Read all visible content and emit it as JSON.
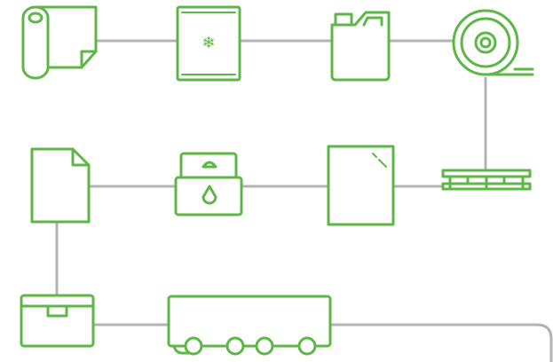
{
  "colors": {
    "accent": "#5cb746",
    "connector": "#b3b3b3",
    "background": "#ffffff"
  },
  "diagram": {
    "type": "process-flow",
    "nodes": [
      {
        "id": "paper-roll",
        "icon": "paper-roll-icon"
      },
      {
        "id": "frozen-pack",
        "icon": "frozen-package-icon",
        "symbol": "❄"
      },
      {
        "id": "canister",
        "icon": "canister-icon"
      },
      {
        "id": "tape-roll",
        "icon": "tape-roll-icon"
      },
      {
        "id": "pallet",
        "icon": "pallet-icon"
      },
      {
        "id": "glass-pane",
        "icon": "glass-pane-icon"
      },
      {
        "id": "liquid-pouch",
        "icon": "liquid-pouch-icon"
      },
      {
        "id": "document",
        "icon": "document-icon"
      },
      {
        "id": "box",
        "icon": "box-icon"
      },
      {
        "id": "trailer",
        "icon": "trailer-icon"
      }
    ],
    "edges": [
      [
        "paper-roll",
        "frozen-pack"
      ],
      [
        "frozen-pack",
        "canister"
      ],
      [
        "canister",
        "tape-roll"
      ],
      [
        "tape-roll",
        "pallet"
      ],
      [
        "pallet",
        "glass-pane"
      ],
      [
        "glass-pane",
        "liquid-pouch"
      ],
      [
        "liquid-pouch",
        "document"
      ],
      [
        "document",
        "box"
      ],
      [
        "box",
        "trailer"
      ]
    ]
  }
}
